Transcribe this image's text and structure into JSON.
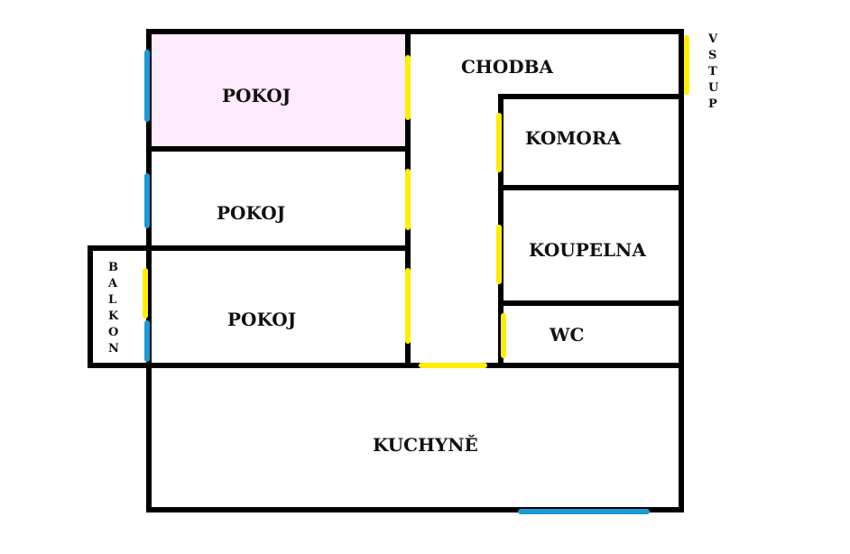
{
  "colors": {
    "wall": "#000000",
    "door": "#ffee00",
    "window": "#1a9ad6",
    "highlighted_room_fill": "#ffeafe",
    "text": "#111111",
    "background": "#ffffff"
  },
  "rooms": {
    "pokoj_1": "POKOJ",
    "pokoj_2": "POKOJ",
    "pokoj_3": "POKOJ",
    "chodba": "CHODBA",
    "komora": "KOMORA",
    "koupelna": "KOUPELNA",
    "wc": "WC",
    "kuchyne": "KUCHYNĚ"
  },
  "vertical_labels": {
    "balkon": [
      "B",
      "A",
      "L",
      "K",
      "O",
      "N"
    ],
    "vstup": [
      "V",
      "S",
      "T",
      "U",
      "P"
    ]
  }
}
